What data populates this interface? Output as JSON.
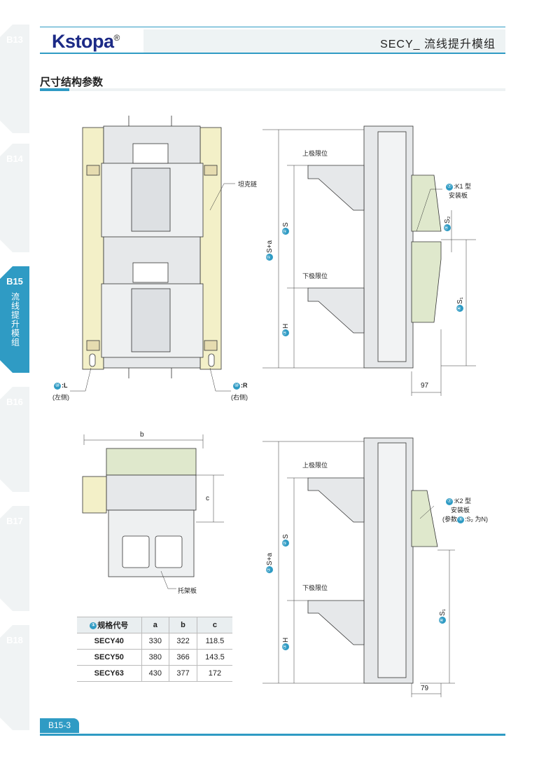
{
  "tabs": [
    {
      "code": "B13"
    },
    {
      "code": "B14"
    },
    {
      "code": "B15",
      "label": "流线提升模组"
    },
    {
      "code": "B16"
    },
    {
      "code": "B17"
    },
    {
      "code": "B18"
    }
  ],
  "header": {
    "logo": "Kstopa",
    "registered": "®",
    "title": "SECY_ 流线提升模组"
  },
  "section_title": "尺寸结构参数",
  "front_view": {
    "chain_label": "坦克链",
    "left_num": "⑩",
    "left_label": ":L",
    "left_sub": "(左侧)",
    "right_num": "⑩",
    "right_label": ":R",
    "right_sub": "(右侧)"
  },
  "side_view_k1": {
    "upper_limit": "上极限位",
    "lower_limit": "下极限位",
    "dim_s_a": "S+a",
    "dim_s": "S",
    "dim_h": "H",
    "num_2": "②",
    "num_3": "③",
    "num_7": "⑦",
    "k1_label": ":K1 型",
    "k1_sub": "安装板",
    "num_9": "⑨",
    "s2": "S₂",
    "num_8": "⑧",
    "s1": "S₁",
    "dim_97": "97"
  },
  "tray_view": {
    "dim_b": "b",
    "dim_c": "c",
    "tray_label": "托架板"
  },
  "side_view_k2": {
    "upper_limit": "上极限位",
    "lower_limit": "下极限位",
    "dim_s_a": "S+a",
    "dim_s": "S",
    "dim_h": "H",
    "num_2": "②",
    "num_3": "③",
    "num_7": "⑦",
    "k2_label": ":K2 型",
    "k2_sub": "安装板",
    "k2_note_pre": "(参数",
    "k2_note_num": "⑨",
    "k2_note_post": ":S₂ 为N)",
    "num_8": "⑧",
    "s1": "S₁",
    "dim_79": "79"
  },
  "spec_table": {
    "header": [
      "规格代号",
      "a",
      "b",
      "c"
    ],
    "header_num": "①",
    "rows": [
      [
        "SECY40",
        "330",
        "322",
        "118.5"
      ],
      [
        "SECY50",
        "380",
        "366",
        "143.5"
      ],
      [
        "SECY63",
        "430",
        "377",
        "172"
      ]
    ]
  },
  "footer": {
    "page": "B15-3"
  },
  "colors": {
    "accent": "#2f9bc4",
    "chain": "#f3f0c8",
    "plate": "#dfe8cc",
    "metal": "#e6e8ea"
  }
}
